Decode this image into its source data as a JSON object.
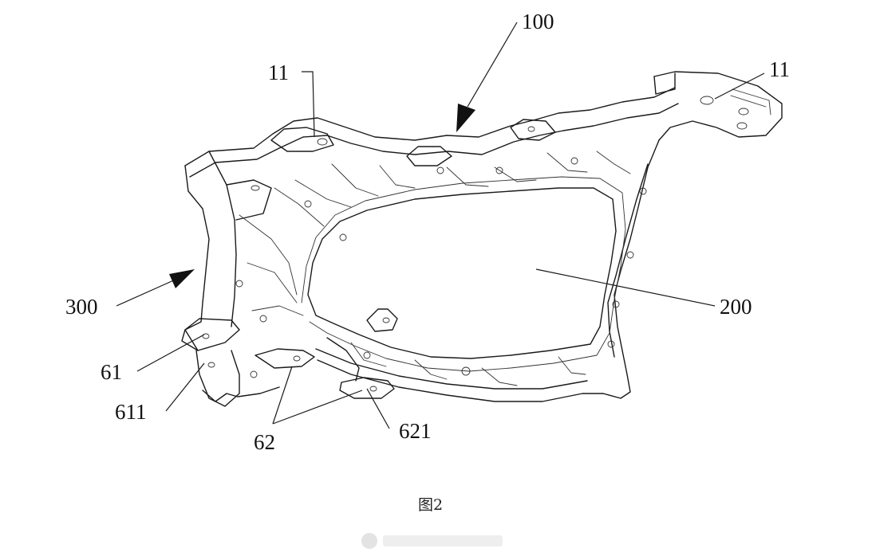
{
  "caption": "图2",
  "labels": {
    "l100": "100",
    "l11_left": "11",
    "l11_right": "11",
    "l200": "200",
    "l300": "300",
    "l61": "61",
    "l611": "611",
    "l62": "62",
    "l621": "621"
  },
  "watermark": {
    "text": "",
    "color": "#d9d9d9"
  }
}
